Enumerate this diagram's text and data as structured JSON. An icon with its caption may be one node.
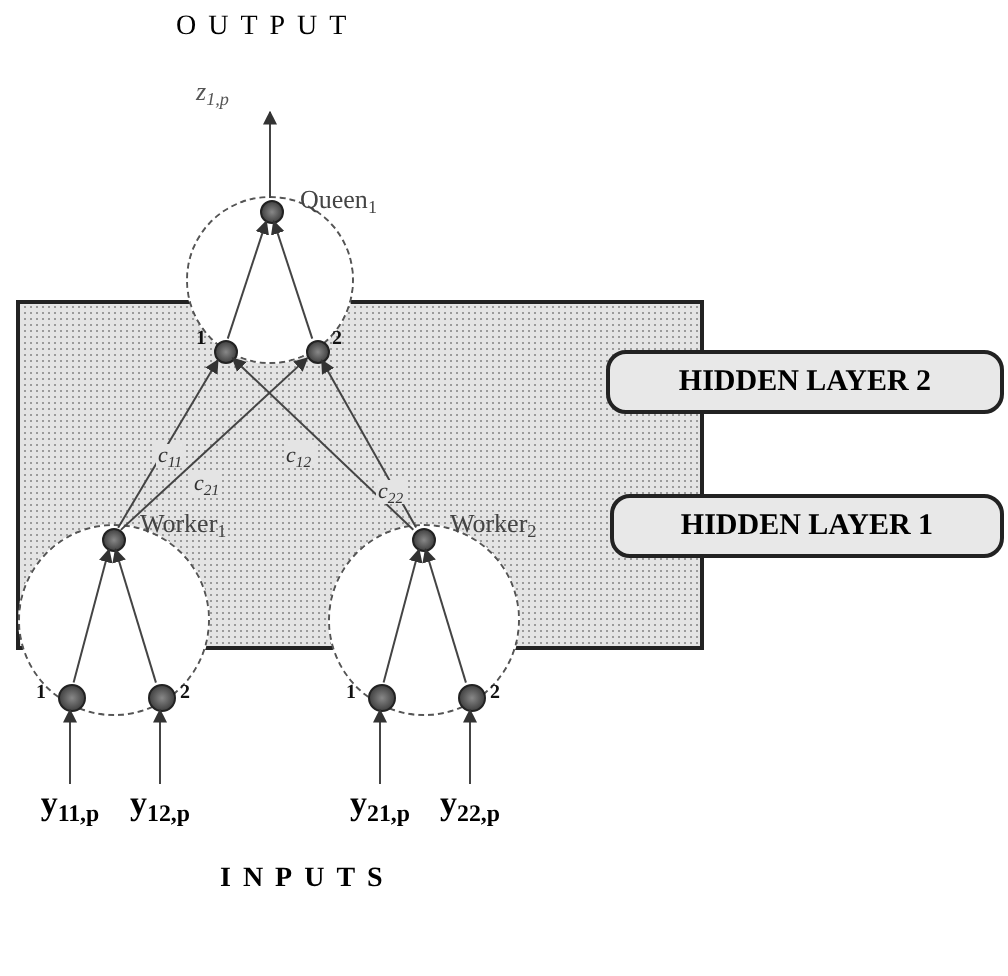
{
  "diagram": {
    "nodes": [
      {
        "text": [
          "z$_{1,p}$"
        ]
      },
      {
        "text": [],
        "shape": "circle",
        "beside": [
          "Queen$_{1}$"
        ]
      },
      {
        "text": [],
        "shape": "circle",
        "in": 1
      },
      {
        "text": [],
        "shape": "circle",
        "beside": [
          "1"
        ],
        "in": 1
      },
      {
        "text": [],
        "shape": "circle",
        "beside": [
          "2"
        ],
        "in": 1
      },
      {
        "text": [
          "HIDDEN LAYER 2"
        ]
      },
      {
        "text": [],
        "shape": "circle",
        "beside": [
          "Worker$_{1}$"
        ]
      },
      {
        "text": [],
        "shape": "circle",
        "in": 6
      },
      {
        "text": [],
        "shape": "circle",
        "beside": [
          "Worker$_{2}$"
        ]
      },
      {
        "text": [],
        "shape": "circle",
        "in": 8
      },
      {
        "text": [
          "HIDDEN LAYER 1"
        ]
      },
      {
        "text": [],
        "shape": "circle",
        "beside": [
          "1"
        ],
        "in": 6
      },
      {
        "text": [],
        "shape": "circle",
        "beside": [
          "2"
        ],
        "in": 6
      },
      {
        "text": [],
        "shape": "circle",
        "beside": [
          "1"
        ],
        "in": 8
      },
      {
        "text": [],
        "shape": "circle",
        "beside": [
          "2"
        ],
        "in": 8
      },
      {
        "text": [
          "y$_{11,p}$"
        ]
      },
      {
        "text": [
          "y$_{12,p}$"
        ]
      },
      {
        "text": [
          "y$_{21,p}$"
        ]
      },
      {
        "text": [
          "y$_{22,p}$"
        ]
      }
    ],
    "edges": [
      {
        "from": 2,
        "to": 0,
        "arrow": "to"
      },
      {
        "from": 3,
        "to": 2,
        "arrow": "to"
      },
      {
        "from": 4,
        "to": 2,
        "arrow": "to"
      },
      {
        "from": 7,
        "to": 3,
        "arrow": "to",
        "label": "c$_{11}$"
      },
      {
        "from": 7,
        "to": 4,
        "arrow": "to",
        "label": "c$_{21}$"
      },
      {
        "from": 9,
        "to": 3,
        "arrow": "to",
        "label": "c$_{12}$"
      },
      {
        "from": 9,
        "to": 4,
        "arrow": "to",
        "label": "c$_{22}$"
      },
      {
        "from": 11,
        "to": 7,
        "arrow": "to"
      },
      {
        "from": 12,
        "to": 7,
        "arrow": "to"
      },
      {
        "from": 13,
        "to": 9,
        "arrow": "to"
      },
      {
        "from": 14,
        "to": 9,
        "arrow": "to"
      },
      {
        "from": 15,
        "to": 11,
        "arrow": "to"
      },
      {
        "from": 16,
        "to": 12,
        "arrow": "to"
      },
      {
        "from": 17,
        "to": 13,
        "arrow": "to"
      },
      {
        "from": 18,
        "to": 14,
        "arrow": "to"
      }
    ],
    "labels": [
      "OUTPUT",
      "INPUTS"
    ]
  }
}
